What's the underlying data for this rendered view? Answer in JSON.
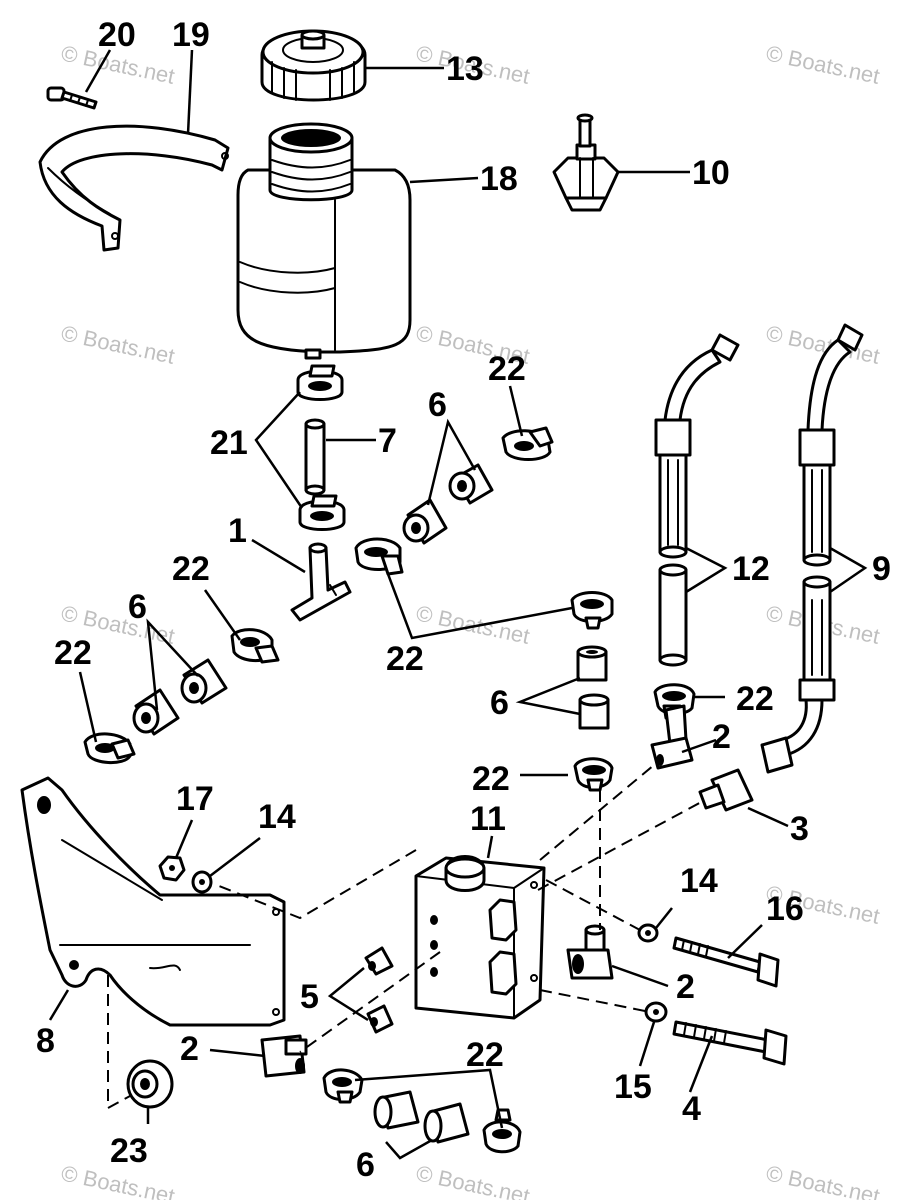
{
  "watermark": "© Boats.net",
  "callouts": {
    "c1": "1",
    "c2": "2",
    "c3": "3",
    "c4": "4",
    "c5": "5",
    "c6": "6",
    "c7": "7",
    "c8": "8",
    "c9": "9",
    "c10": "10",
    "c11": "11",
    "c12": "12",
    "c13": "13",
    "c14": "14",
    "c15": "15",
    "c16": "16",
    "c17": "17",
    "c18": "18",
    "c19": "19",
    "c20": "20",
    "c21": "21",
    "c22": "22",
    "c23": "23"
  }
}
